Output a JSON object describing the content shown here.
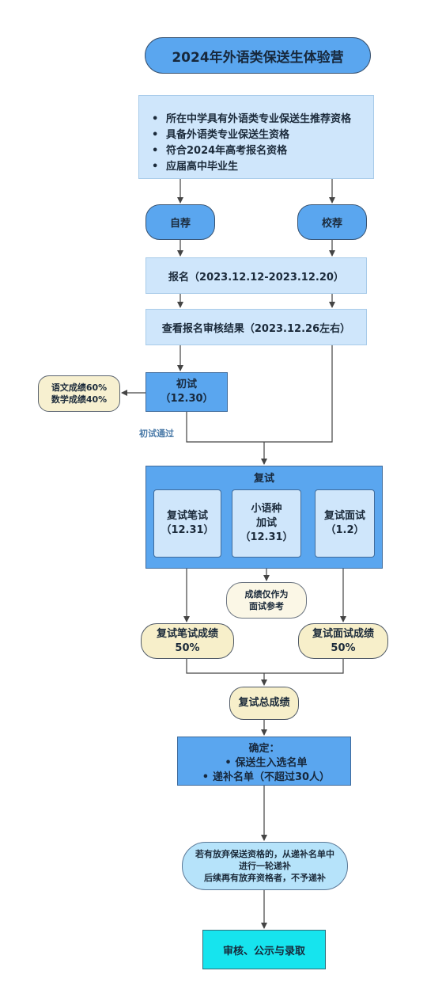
{
  "title": "2024年外语类保送生体验营",
  "requirements": [
    "所在中学具有外语类专业保送生推荐资格",
    "具备外语类专业保送生资格",
    "符合2024年高考报名资格",
    "应届高中毕业生"
  ],
  "branches": {
    "self": "自荐",
    "school": "校荐"
  },
  "signup": "报名（2023.12.12-2023.12.20）",
  "review_result": "查看报名审核结果（2023.12.26左右）",
  "prelim": {
    "label": "初试\n（12.30）",
    "weights": "语文成绩60%\n数学成绩40%",
    "pass_label": "初试通过"
  },
  "retest": {
    "title": "复试",
    "written": "复试笔试\n（12.31）",
    "minor_lang": "小语种\n加试\n（12.31）",
    "interview": "复试面试\n（1.2）"
  },
  "reference_note": "成绩仅作为\n面试参考",
  "written_score": "复试笔试成绩\n50%",
  "interview_score": "复试面试成绩\n50%",
  "total_score": "复试总成绩",
  "confirm": {
    "title": "确定：",
    "items": [
      "保送生入选名单",
      "递补名单（不超过30人）"
    ]
  },
  "substitute_note": "若有放弃保送资格的，从递补名单中\n进行一轮递补\n后续再有放弃资格者，不予递补",
  "final": "审核、公示与录取",
  "colors": {
    "accent_blue": "#5aa6ef",
    "light_blue": "#cfe6fb",
    "beige": "#f7f0d0",
    "cyan": "#16e4ee",
    "pass_label": "#4a7aa8"
  }
}
